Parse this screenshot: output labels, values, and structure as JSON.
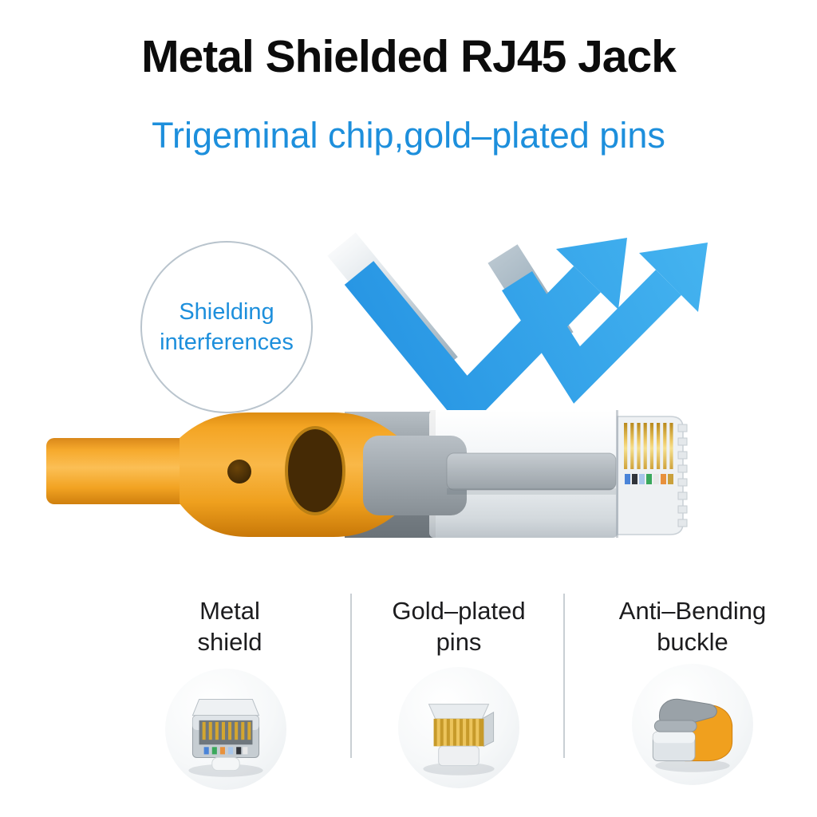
{
  "header": {
    "title": "Metal Shielded RJ45 Jack",
    "subtitle": "Trigeminal chip,gold–plated pins"
  },
  "callout": {
    "line1": "Shielding",
    "line2": "interferences"
  },
  "graphics": {
    "check_arrows_icon": "double-check-up-arrows",
    "cable_illustration": "orange-flat-cable-shielded-rj45-connector"
  },
  "features": [
    {
      "label_line1": "Metal",
      "label_line2": "shield",
      "icon": "metal-shield-connector-photo"
    },
    {
      "label_line1": "Gold–plated",
      "label_line2": "pins",
      "icon": "gold-plated-pins-photo"
    },
    {
      "label_line1": "Anti–Bending",
      "label_line2": "buckle",
      "icon": "anti-bending-buckle-photo"
    }
  ],
  "colors": {
    "background": "#ffffff",
    "title_text": "#0c0c0c",
    "subtitle_text": "#1d8fdc",
    "callout_text": "#1d8fdc",
    "callout_border": "#b9c4cd",
    "arrow_blue": "#2b9ce8",
    "cable_orange": "#f2a51f",
    "buckle_gray": "#8f979d",
    "label_text": "#1c1c1e",
    "divider": "#c9cfd4"
  }
}
